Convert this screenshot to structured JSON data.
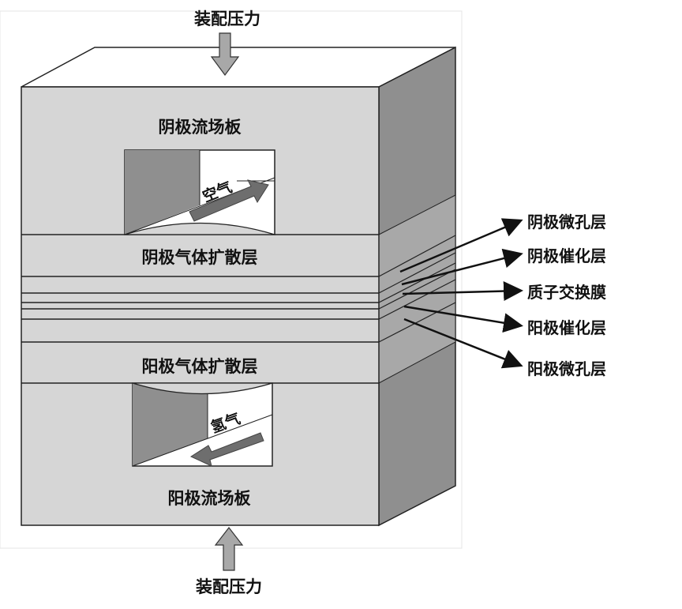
{
  "title_top": "装配压力",
  "title_bottom": "装配压力",
  "layers": {
    "cathode_plate": "阴极流场板",
    "cathode_gdl": "阴极气体扩散层",
    "anode_gdl": "阳极气体扩散层",
    "anode_plate": "阳极流场板"
  },
  "gases": {
    "air": "空气",
    "hydrogen": "氢气"
  },
  "callouts": [
    "阴极微孔层",
    "阴极催化层",
    "质子交换膜",
    "阳极催化层",
    "阳极微孔层"
  ],
  "colors": {
    "front": "#d6d6d6",
    "side": "#8f8f8f",
    "top": "#ffffff",
    "arrow": "#6e6e6e"
  }
}
